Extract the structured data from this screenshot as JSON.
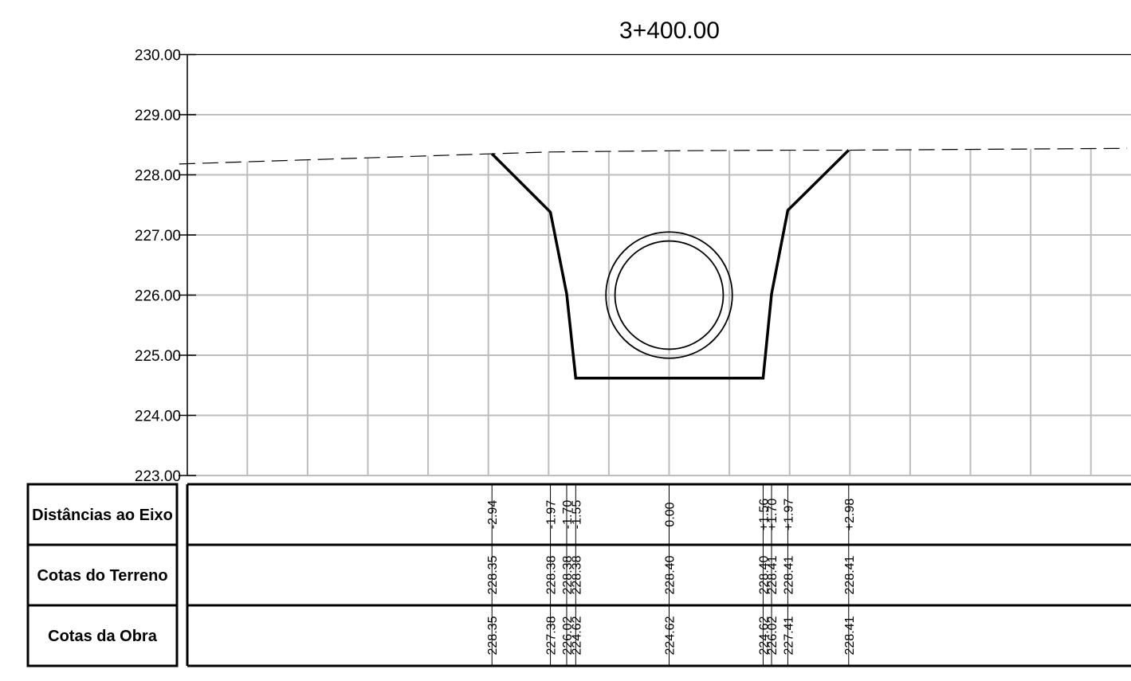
{
  "title": "3+400.00",
  "table_rows": [
    {
      "label": "Distâncias ao Eixo",
      "key": "distances"
    },
    {
      "label": "Cotas do Terreno",
      "key": "ground"
    },
    {
      "label": "Cotas da Obra",
      "key": "design"
    }
  ],
  "chart_data": {
    "type": "cross-section",
    "title": "3+400.00",
    "ylim": [
      223.0,
      230.0
    ],
    "xlim": [
      -8.13,
      7.6
    ],
    "y_ticks": [
      "223.00",
      "224.00",
      "225.00",
      "226.00",
      "227.00",
      "228.00",
      "229.00",
      "230.00"
    ],
    "grid_x_offsets": [
      -7.0,
      -6.0,
      -5.0,
      -4.0,
      -3.0,
      -2.0,
      -1.0,
      0.0,
      1.0,
      2.0,
      3.0,
      4.0,
      5.0,
      6.0,
      7.0
    ],
    "ground_profile": [
      {
        "x": -8.13,
        "y": 228.18
      },
      {
        "x": -2.94,
        "y": 228.35
      },
      {
        "x": -1.97,
        "y": 228.38
      },
      {
        "x": 0.0,
        "y": 228.4
      },
      {
        "x": 1.97,
        "y": 228.41
      },
      {
        "x": 2.98,
        "y": 228.41
      },
      {
        "x": 7.6,
        "y": 228.44
      }
    ],
    "design_profile": [
      {
        "x": -2.94,
        "y": 228.35
      },
      {
        "x": -1.97,
        "y": 227.38
      },
      {
        "x": -1.7,
        "y": 226.02
      },
      {
        "x": -1.55,
        "y": 224.62
      },
      {
        "x": 1.56,
        "y": 224.62
      },
      {
        "x": 1.7,
        "y": 226.02
      },
      {
        "x": 1.97,
        "y": 227.41
      },
      {
        "x": 2.98,
        "y": 228.41
      }
    ],
    "pipe": {
      "center_x": 0.0,
      "center_y": 226.0,
      "outer_radius": 1.05,
      "inner_radius": 0.9
    },
    "stations": [
      {
        "x": -2.94,
        "dist": "-2.94",
        "ground": "228.35",
        "design": "228.35"
      },
      {
        "x": -1.97,
        "dist": "-1.97",
        "ground": "228.38",
        "design": "227.38"
      },
      {
        "x": -1.7,
        "dist": "-1.70",
        "ground": "228.38",
        "design": "226.02"
      },
      {
        "x": -1.55,
        "dist": "-1.55",
        "ground": "228.38",
        "design": "224.62"
      },
      {
        "x": 0.0,
        "dist": "0.00",
        "ground": "228.40",
        "design": "224.62"
      },
      {
        "x": 1.56,
        "dist": "+1.56",
        "ground": "228.40",
        "design": "224.62"
      },
      {
        "x": 1.7,
        "dist": "+1.70",
        "ground": "228.41",
        "design": "226.02"
      },
      {
        "x": 1.97,
        "dist": "+1.97",
        "ground": "228.41",
        "design": "227.41"
      },
      {
        "x": 2.98,
        "dist": "+2.98",
        "ground": "228.41",
        "design": "228.41"
      }
    ]
  }
}
